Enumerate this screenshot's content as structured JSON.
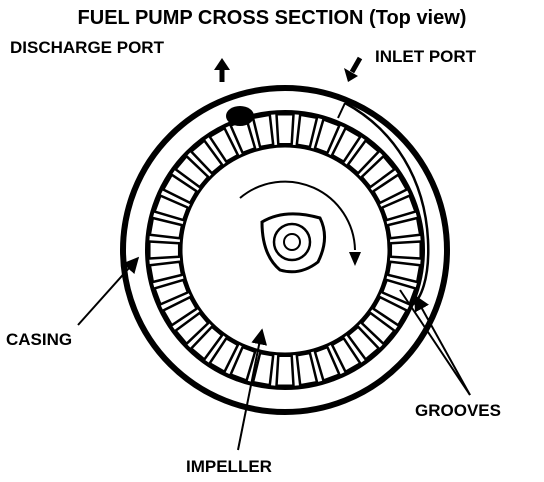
{
  "title": "FUEL PUMP CROSS SECTION (Top view)",
  "labels": {
    "discharge_port": "DISCHARGE PORT",
    "inlet_port": "INLET PORT",
    "casing": "CASING",
    "grooves": "GROOVES",
    "impeller": "IMPELLER"
  },
  "groove_count": 36,
  "colors": {
    "ink": "#000000",
    "paper": "#ffffff"
  }
}
